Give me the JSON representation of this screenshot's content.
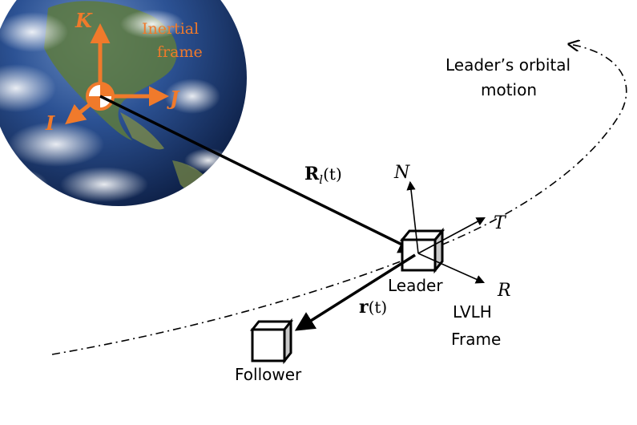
{
  "earth": {
    "inertial_frame_line1": "Inertial",
    "inertial_frame_line2": "frame",
    "axis_K": "K",
    "axis_J": "J",
    "axis_I": "I"
  },
  "orbit": {
    "label_line1": "Leader’s orbital",
    "label_line2": "motion"
  },
  "vectors": {
    "R_bold": "R",
    "R_sub": "l",
    "R_arg": "(t)",
    "r_bold": "r",
    "r_arg": "(t)"
  },
  "lvlh": {
    "axis_N": "N",
    "axis_T": "T",
    "axis_R": "R",
    "frame_line1": "LVLH",
    "frame_line2": "Frame"
  },
  "leader": {
    "label": "Leader"
  },
  "follower": {
    "label": "Follower"
  },
  "colors": {
    "accent_orange": "#f07a2b",
    "ocean": "#1d3f7a",
    "ink": "#000000"
  }
}
